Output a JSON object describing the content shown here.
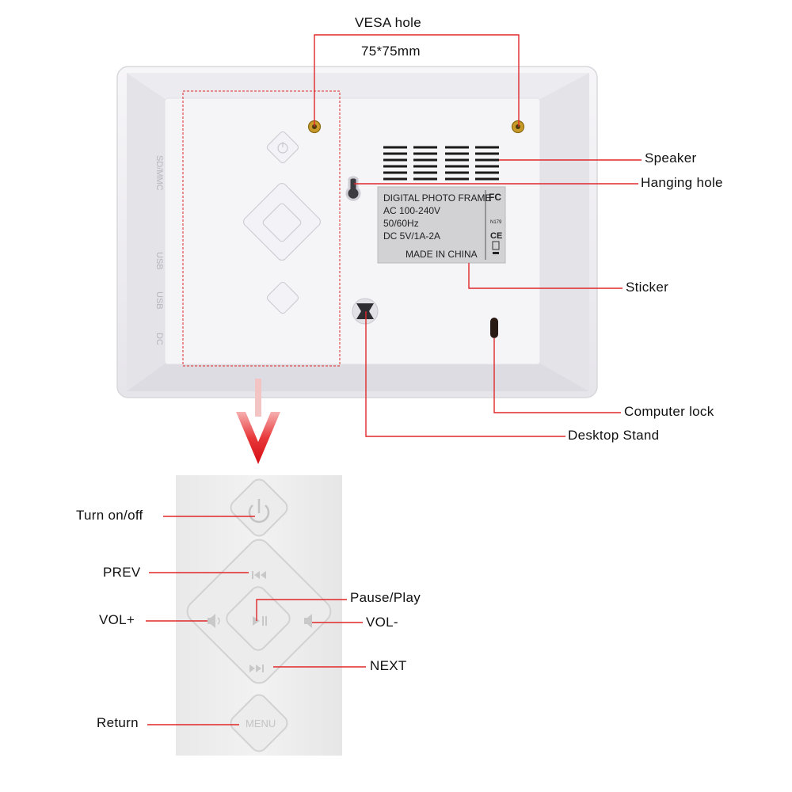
{
  "top_labels": {
    "vesa_hole": "VESA hole",
    "vesa_size": "75*75mm",
    "speaker": "Speaker",
    "hanging_hole": "Hanging hole",
    "sticker": "Sticker",
    "computer_lock": "Computer lock",
    "desktop_stand": "Desktop Stand"
  },
  "side_port_labels": [
    "DC",
    "USB",
    "USB",
    "SD/MMC"
  ],
  "sticker": {
    "lines": [
      "DIGITAL PHOTO FRAME",
      "AC 100-240V",
      "50/60Hz",
      "DC 5V/1A-2A"
    ],
    "footer": "MADE IN CHINA",
    "marks": [
      "FC",
      "N179",
      "CE"
    ]
  },
  "button_labels": {
    "power": "Turn on/off",
    "prev": "PREV",
    "vol_plus": "VOL+",
    "pause_play": "Pause/Play",
    "vol_minus": "VOL-",
    "next": "NEXT",
    "return": "Return"
  },
  "menu_button_text": "MENU",
  "colors": {
    "leader_line": "#e0282a",
    "arrow": "#e0141a",
    "frame_body": "#f2f1f4",
    "panel_bg": "#ededed"
  },
  "icons": [
    "power-icon",
    "prev-icon",
    "next-icon",
    "play-pause-icon",
    "volume-up-icon",
    "volume-down-icon",
    "arrow-down-icon"
  ]
}
